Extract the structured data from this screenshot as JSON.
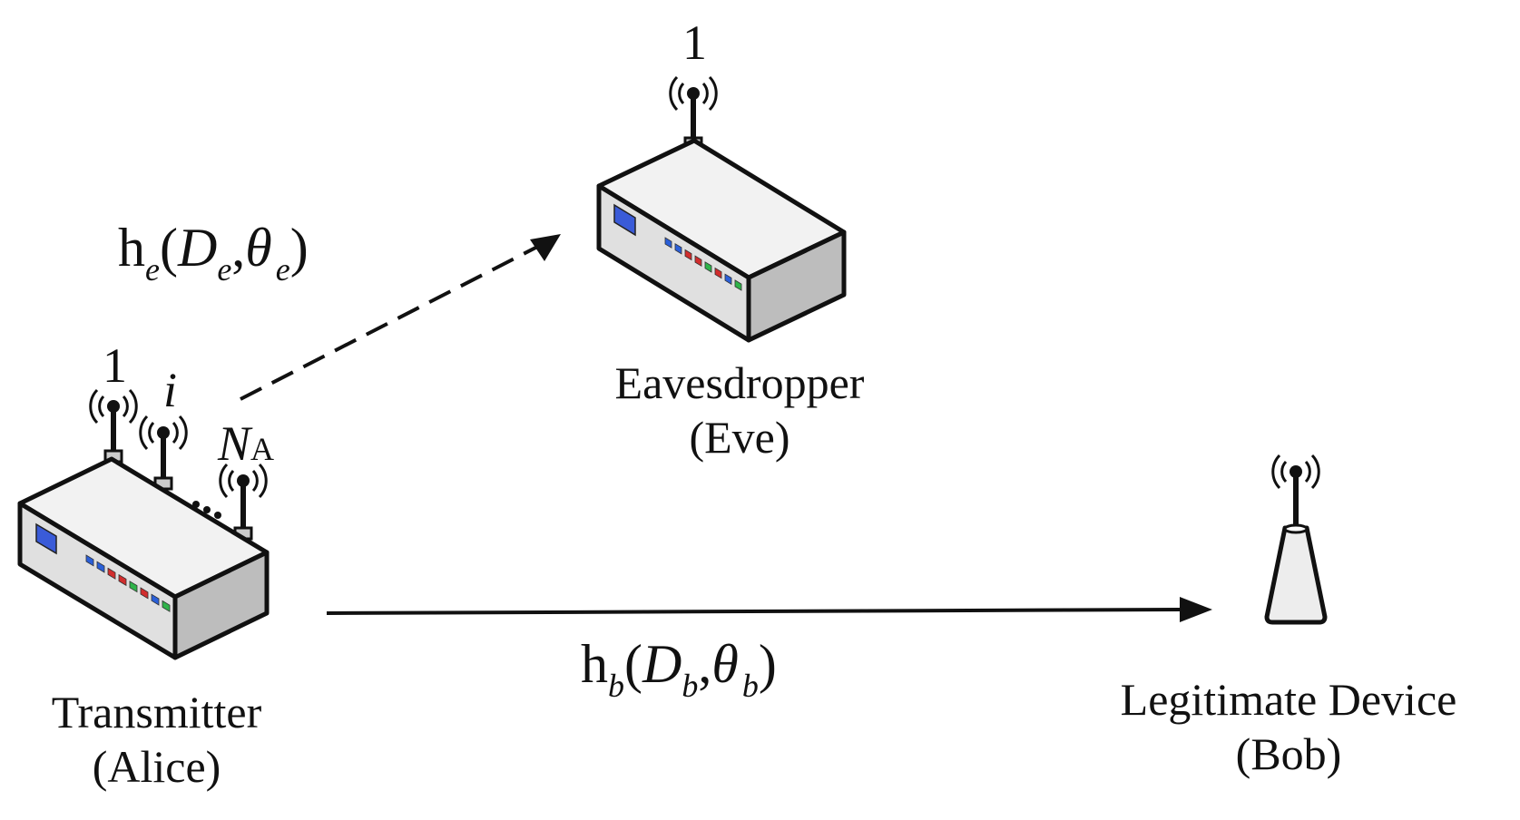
{
  "colors": {
    "ink": "#111111",
    "device_top": "#f2f2f2",
    "device_front": "#e0e0e0",
    "device_side": "#bdbdbd",
    "screen": "#3a5bd8",
    "led_palette": [
      "#2a5fd8",
      "#2a5fd8",
      "#d12d2d",
      "#d12d2d",
      "#2fb34a",
      "#d12d2d",
      "#2a5fd8",
      "#2fb34a"
    ]
  },
  "nodes": {
    "alice": {
      "name": "Transmitter",
      "role": "(Alice)"
    },
    "eve": {
      "name": "Eavesdropper",
      "role": "(Eve)"
    },
    "bob": {
      "name": "Legitimate Device",
      "role": "(Bob)"
    }
  },
  "antennas": {
    "alice_first": "1",
    "alice_middle": "i",
    "alice_last_base": "N",
    "alice_last_sub": "A",
    "alice_dots": "...",
    "eve_single": "1"
  },
  "channels": {
    "eve_link": {
      "h": "h",
      "h_sub": "e",
      "open": "(",
      "d": "D",
      "d_sub": "e",
      "comma": ",",
      "theta": "θ",
      "theta_sub": "e",
      "close": ")",
      "style": "dashed"
    },
    "bob_link": {
      "h": "h",
      "h_sub": "b",
      "open": "(",
      "d": "D",
      "d_sub": "b",
      "comma": ",",
      "theta": "θ",
      "theta_sub": "b",
      "close": ")",
      "style": "solid"
    }
  }
}
